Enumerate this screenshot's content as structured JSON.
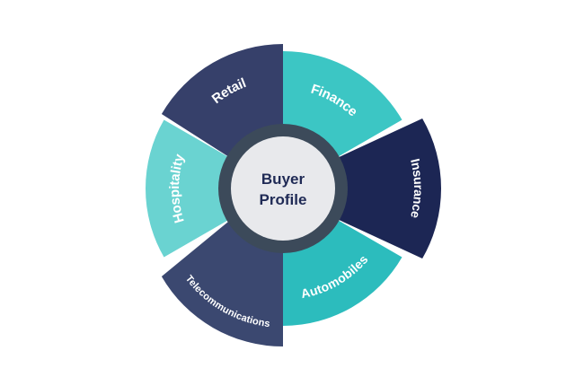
{
  "center": {
    "line1": "Buyer",
    "line2": "Profile"
  },
  "segments": [
    {
      "id": "finance",
      "label": "Finance",
      "color": "#3cc6c4",
      "emphasis": "normal"
    },
    {
      "id": "insurance",
      "label": "Insurance",
      "color": "#1c2654",
      "emphasis": "extended"
    },
    {
      "id": "automobiles",
      "label": "Automobiles",
      "color": "#2cbcbd",
      "emphasis": "normal"
    },
    {
      "id": "telecommunications",
      "label": "Telecommunications",
      "color": "#3b4870",
      "emphasis": "extended"
    },
    {
      "id": "hospitality",
      "label": "Hospitality",
      "color": "#6ad3d1",
      "emphasis": "normal"
    },
    {
      "id": "retail",
      "label": "Retail",
      "color": "#36406a",
      "emphasis": "extended"
    }
  ],
  "colors": {
    "hub_ring": "#3c4a5a",
    "hub_fill": "#e8e9ec",
    "hub_text": "#1f2a55"
  }
}
